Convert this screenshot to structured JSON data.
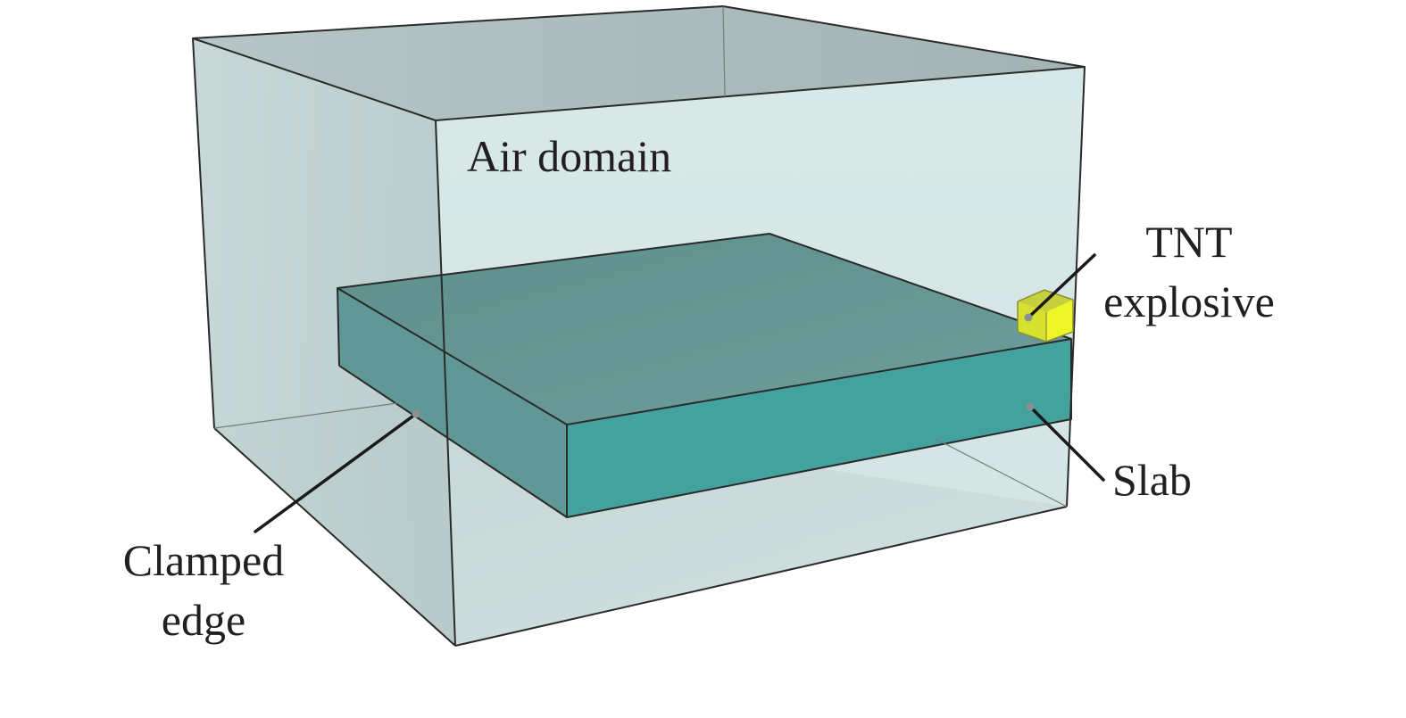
{
  "labels": {
    "air_domain": "Air domain",
    "tnt_line1": "TNT",
    "tnt_line2": "explosive",
    "slab": "Slab",
    "clamped_line1": "Clamped",
    "clamped_line2": "edge"
  },
  "colors": {
    "air_fill": "#c9dcdc",
    "air_back": "#a9bcbd",
    "air_front_right": "#d3e3e2",
    "slab_top": "#6a9b98",
    "slab_front": "#44a29e",
    "slab_left": "#4f8e8b",
    "tnt_top": "#c2cf3a",
    "tnt_front": "#d8e42b",
    "tnt_side": "#e9f227"
  }
}
